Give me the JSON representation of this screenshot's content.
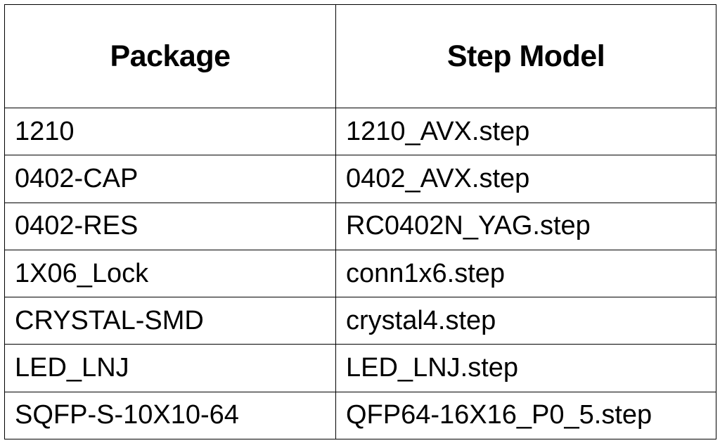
{
  "table": {
    "headers": [
      "Package",
      "Step Model"
    ],
    "rows": [
      [
        "1210",
        "1210_AVX.step"
      ],
      [
        "0402-CAP",
        "0402_AVX.step"
      ],
      [
        "0402-RES",
        "RC0402N_YAG.step"
      ],
      [
        "1X06_Lock",
        "conn1x6.step"
      ],
      [
        "CRYSTAL-SMD",
        "crystal4.step"
      ],
      [
        "LED_LNJ",
        "LED_LNJ.step"
      ],
      [
        "SQFP-S-10X10-64",
        "QFP64-16X16_P0_5.step"
      ]
    ]
  }
}
